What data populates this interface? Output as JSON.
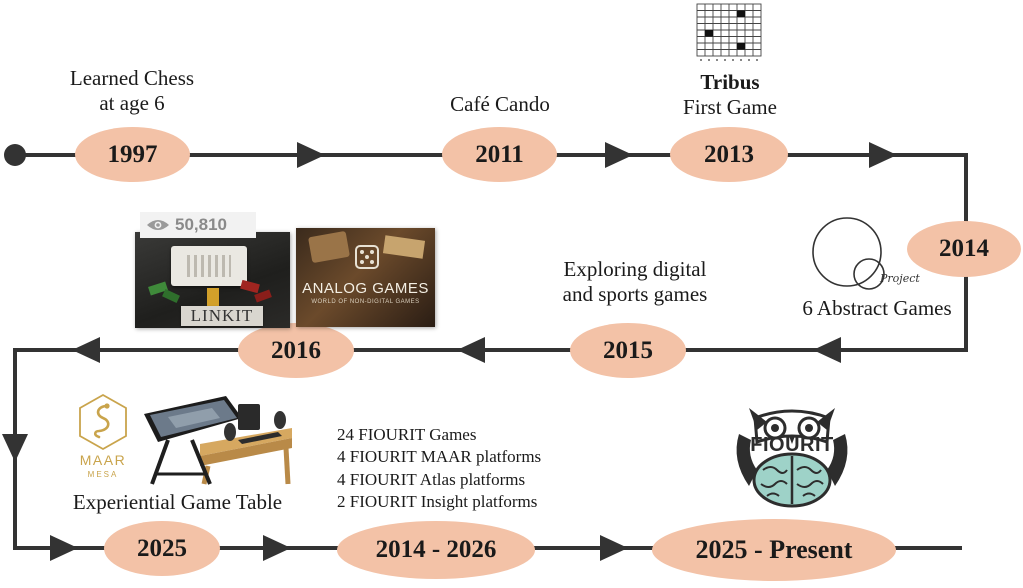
{
  "milestones": {
    "m1997": {
      "year": "1997",
      "caption": [
        "Learned Chess",
        "at age 6"
      ]
    },
    "m2011": {
      "year": "2011",
      "caption": [
        "Café Cando"
      ]
    },
    "m2013": {
      "year": "2013",
      "title": "Tribus",
      "caption": "First Game"
    },
    "m2014": {
      "year": "2014",
      "caption": "6 Abstract Games",
      "logo_text": "Project"
    },
    "m2015": {
      "year": "2015",
      "caption": [
        "Exploring digital",
        "and sports games"
      ]
    },
    "m2016": {
      "year": "2016",
      "views": "50,810",
      "linkit_label": "LINKIT",
      "analog_title": "ANALOG GAMES",
      "analog_subtitle": "WORLD OF NON-DIGITAL GAMES"
    },
    "m2025": {
      "year": "2025",
      "caption": "Experiential Game Table",
      "maar_name": "MAAR",
      "maar_sub": "MESA"
    },
    "m2014_2026": {
      "year": "2014 - 2026",
      "stats": [
        "24 FIOURIT Games",
        "4 FIOURIT MAAR platforms",
        "4 FIOURIT Atlas platforms",
        "2 FIOURIT Insight platforms"
      ]
    },
    "m2025_present": {
      "year": "2025 - Present",
      "logo_text": "FIOURIT"
    }
  },
  "colors": {
    "node_fill": "#f3c2a7",
    "line": "#333333",
    "owl_dark": "#2d2d2d",
    "brain": "#9ed2c8",
    "maar_gold": "#c9a44c"
  }
}
